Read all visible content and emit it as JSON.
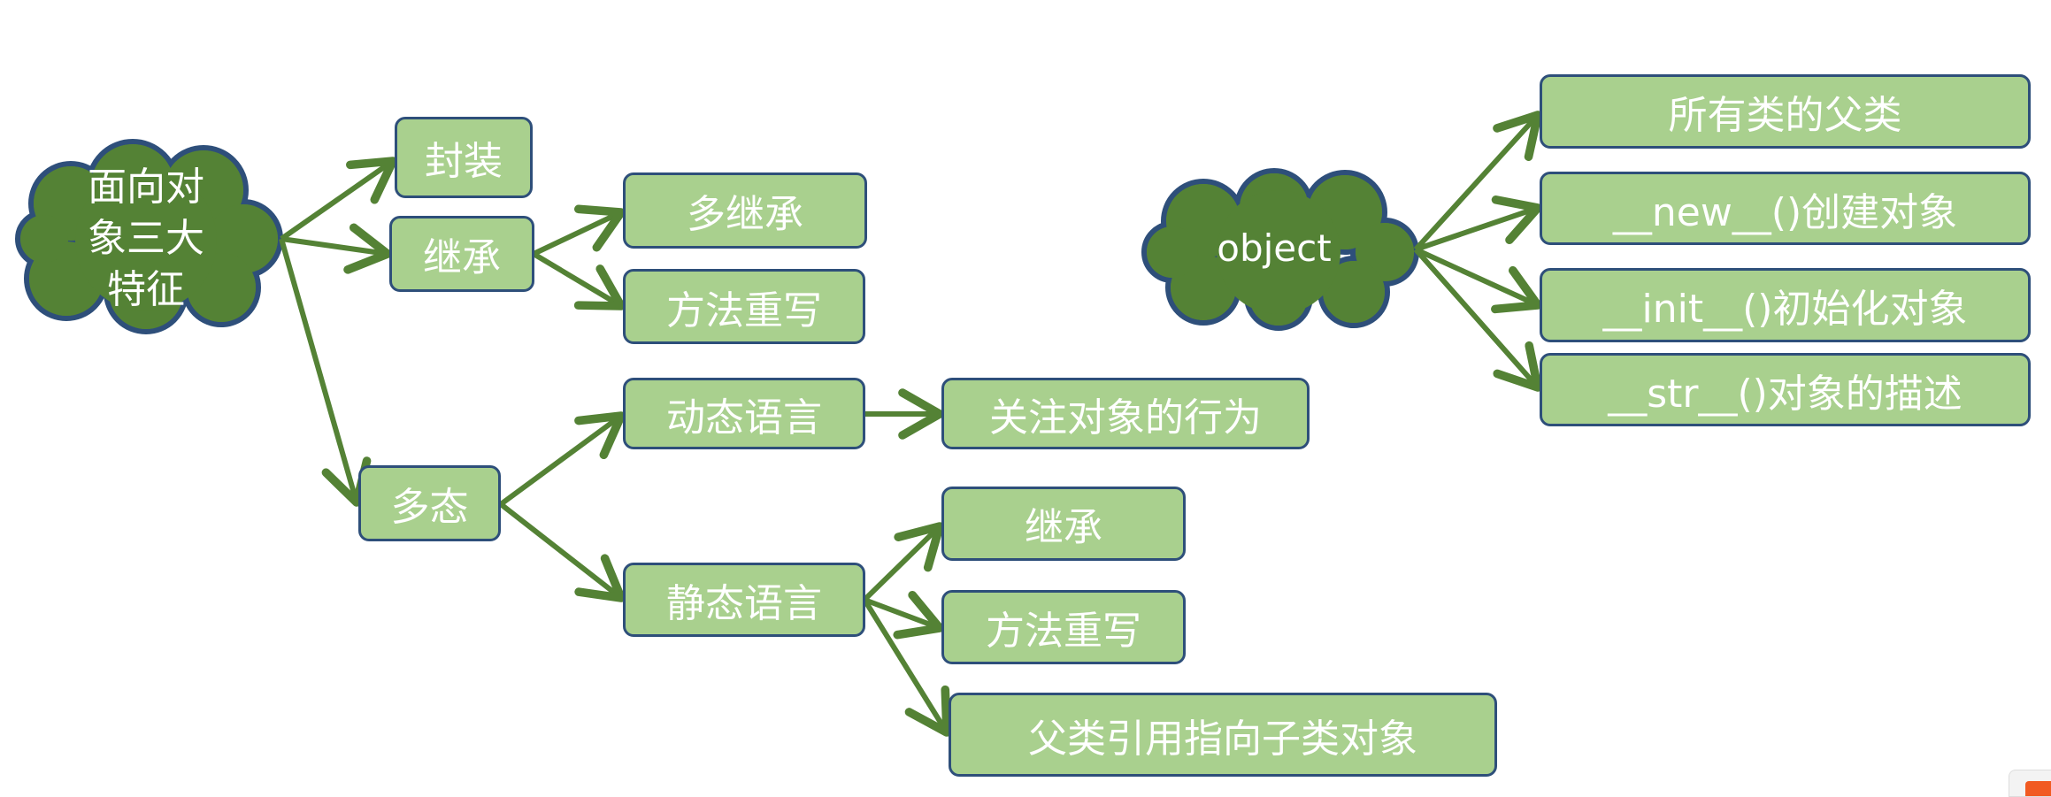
{
  "left_diagram": {
    "root": "面向对象三大特征",
    "root_lines": [
      "面向对",
      "象三大",
      "特征"
    ],
    "encapsulation": "封装",
    "inheritance": "继承",
    "multiple_inheritance": "多继承",
    "method_override": "方法重写",
    "polymorphism": "多态",
    "dynamic_language": "动态语言",
    "dynamic_focus": "关注对象的行为",
    "static_language": "静态语言",
    "static_inheritance": "继承",
    "static_override": "方法重写",
    "static_parent_ref": "父类引用指向子类对象"
  },
  "right_diagram": {
    "root": "object",
    "items": [
      "所有类的父类",
      "__new__()创建对象",
      "__init__()初始化对象",
      "__str__()对象的描述"
    ]
  },
  "colors": {
    "box_fill": "#a9d08e",
    "box_border": "#2e4f7a",
    "arrow": "#548235",
    "cloud_fill": "#548235"
  }
}
